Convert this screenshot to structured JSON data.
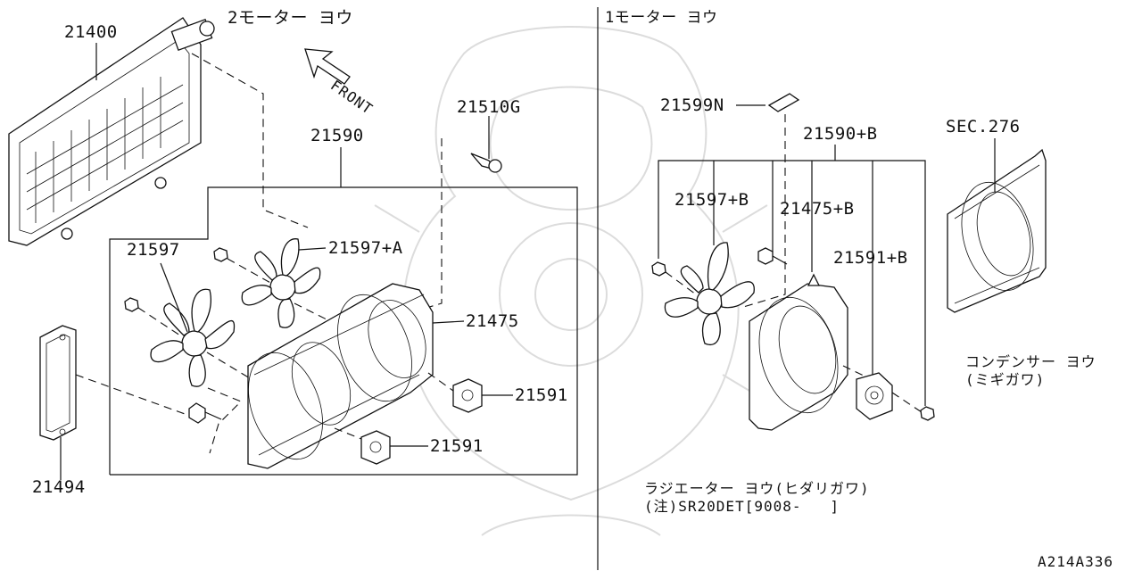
{
  "left_panel": {
    "header": "2モーター ヨウ",
    "front_label": "FRONT",
    "labels": {
      "radiator": "21400",
      "radiator_front_left": "21510G",
      "shroud_assembly": "21590",
      "fan_left": "21597",
      "fan_right": "21597+A",
      "shroud": "21475",
      "motor_upper": "21591",
      "motor_lower": "21591",
      "side_seal": "21494"
    }
  },
  "right_panel": {
    "header": "1モーター ヨウ",
    "labels": {
      "label_plate": "21599N",
      "shroud_assembly": "21590+B",
      "fan": "21597+B",
      "shroud": "21475+B",
      "motor": "21591+B",
      "condenser_ref": "SEC.276"
    },
    "condenser_note_line1": "コンデンサー ヨウ",
    "condenser_note_line2": "(ミギガワ)",
    "footnote_line1": "ラジエーター ヨウ(ヒダリガワ)",
    "footnote_line2": "(注)SR20DET[9008-   ]"
  },
  "diagram_code": "A214A336"
}
